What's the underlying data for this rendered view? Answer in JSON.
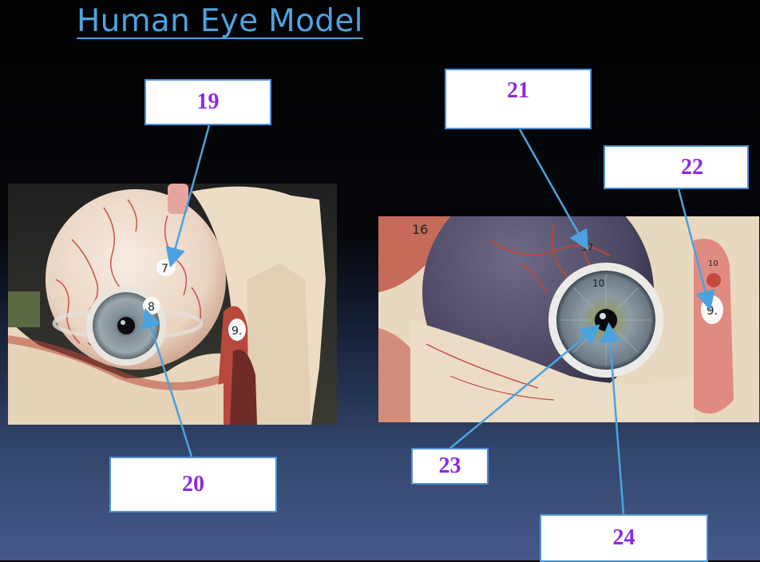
{
  "slide": {
    "title": "Human Eye Model"
  },
  "labels": [
    {
      "id": "19",
      "text": "19"
    },
    {
      "id": "20",
      "text": "20"
    },
    {
      "id": "21",
      "text": "21"
    },
    {
      "id": "22",
      "text": "22"
    },
    {
      "id": "23",
      "text": "23"
    },
    {
      "id": "24",
      "text": "24"
    }
  ],
  "photo_tags": {
    "left_a": "7",
    "left_b": "8",
    "left_c": "9.",
    "right_a": "17",
    "right_b": "10",
    "right_c": "9.",
    "right_d": "16",
    "right_e": "10"
  },
  "colors": {
    "title": "#4ea3df",
    "label_text": "#8a2be2",
    "label_border": "#4f8fd6",
    "leader_line": "#4aa3e0"
  }
}
